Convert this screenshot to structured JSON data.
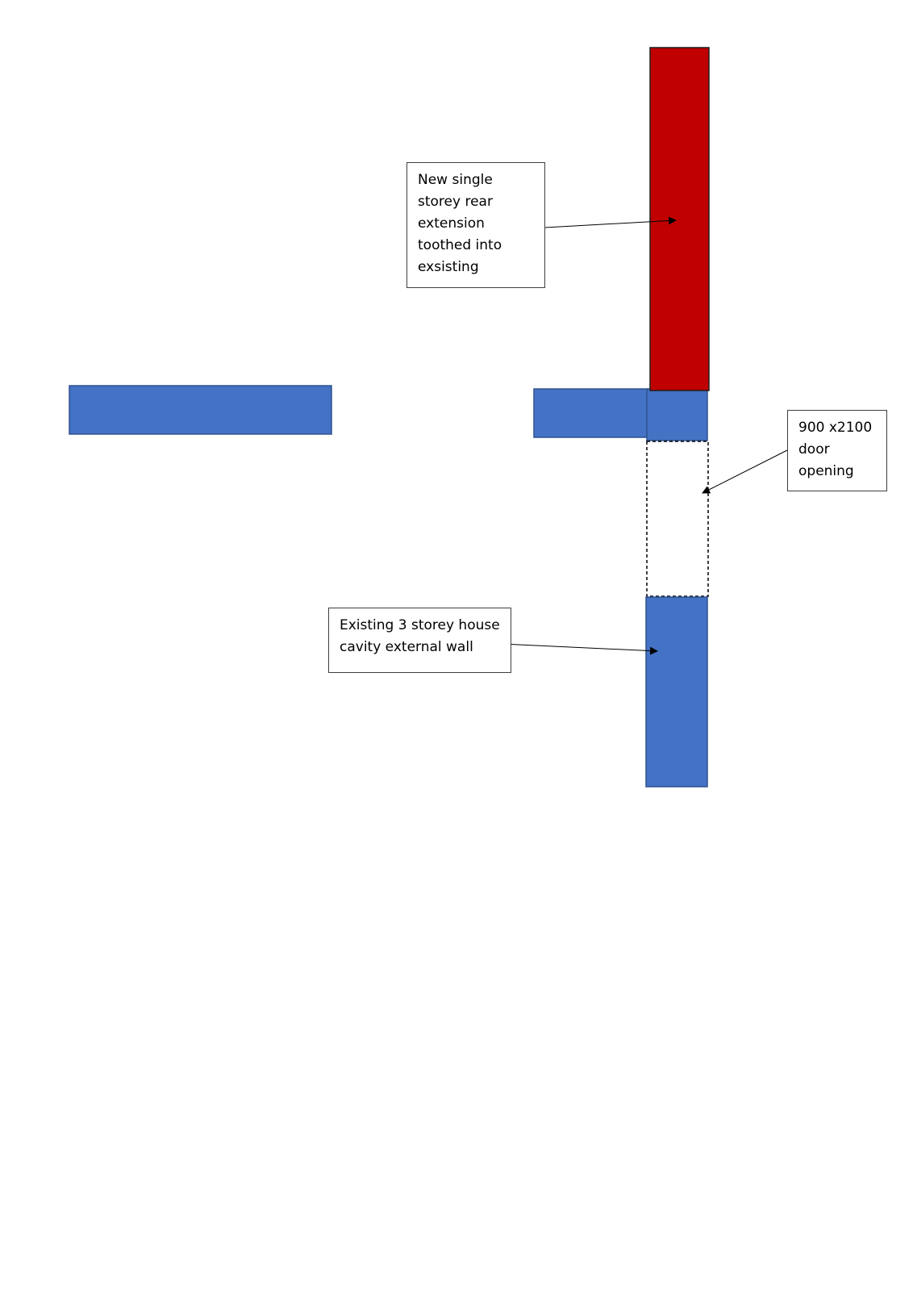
{
  "colors": {
    "existing_wall": "#4472c4",
    "new_extension": "#c00000",
    "outline": "#2f528f",
    "ink": "#000000",
    "background": "#ffffff"
  },
  "labels": {
    "extension": {
      "lines": [
        "New single",
        "storey rear",
        "extension",
        "toothed into",
        "exsisting"
      ]
    },
    "door": {
      "lines": [
        "900 x2100",
        "door",
        "opening"
      ]
    },
    "existing": {
      "lines": [
        "Existing 3 storey house",
        "cavity external wall"
      ]
    }
  }
}
